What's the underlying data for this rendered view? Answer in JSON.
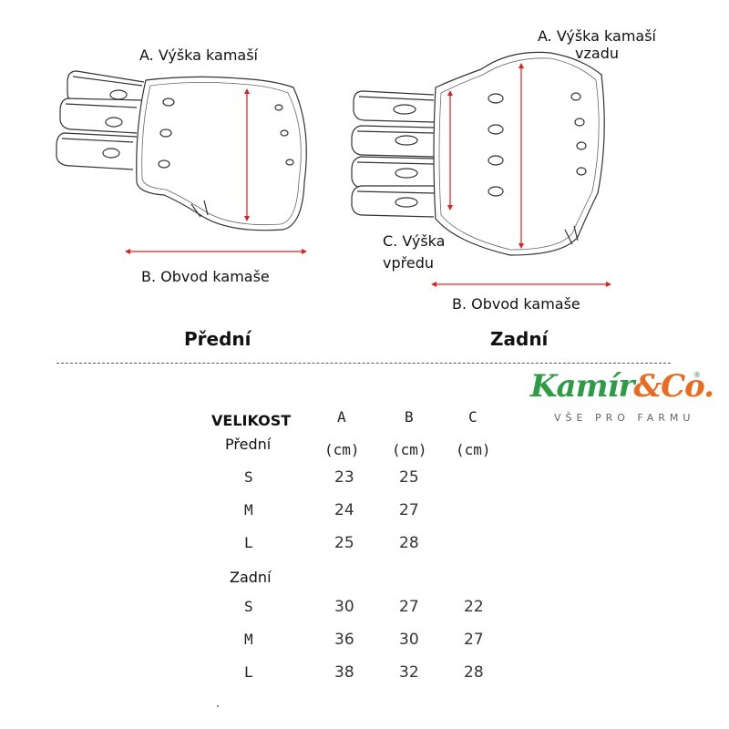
{
  "front_diagram": {
    "label_a": "A. Výška kamaší",
    "label_b": "B. Obvod kamaše"
  },
  "back_diagram": {
    "label_a_line1": "A. Výška kamaší",
    "label_a_line2": "vzadu",
    "label_c_line1": "C. Výška",
    "label_c_line2": "vpředu",
    "label_b": "B. Obvod kamaše"
  },
  "headings": {
    "front": "Přední",
    "back": "Zadní"
  },
  "logo": {
    "name_main": "Kamír",
    "name_amp": "&Co.",
    "reg": "®",
    "tagline": "VŠE PRO FARMU",
    "green": "#2e9c47",
    "orange": "#ea6a20"
  },
  "accent_red": "#e02020",
  "table": {
    "size_header": "VELIKOST",
    "col_a": "A",
    "col_b": "B",
    "col_c": "C",
    "unit": "(cm)",
    "front_group": "Přední",
    "back_group": "Zadní",
    "front_rows": [
      {
        "size": "S",
        "a": "23",
        "b": "25",
        "c": ""
      },
      {
        "size": "M",
        "a": "24",
        "b": "27",
        "c": ""
      },
      {
        "size": "L",
        "a": "25",
        "b": "28",
        "c": ""
      }
    ],
    "back_rows": [
      {
        "size": "S",
        "a": "30",
        "b": "27",
        "c": "22"
      },
      {
        "size": "M",
        "a": "36",
        "b": "30",
        "c": "27"
      },
      {
        "size": "L",
        "a": "38",
        "b": "32",
        "c": "28"
      }
    ]
  }
}
